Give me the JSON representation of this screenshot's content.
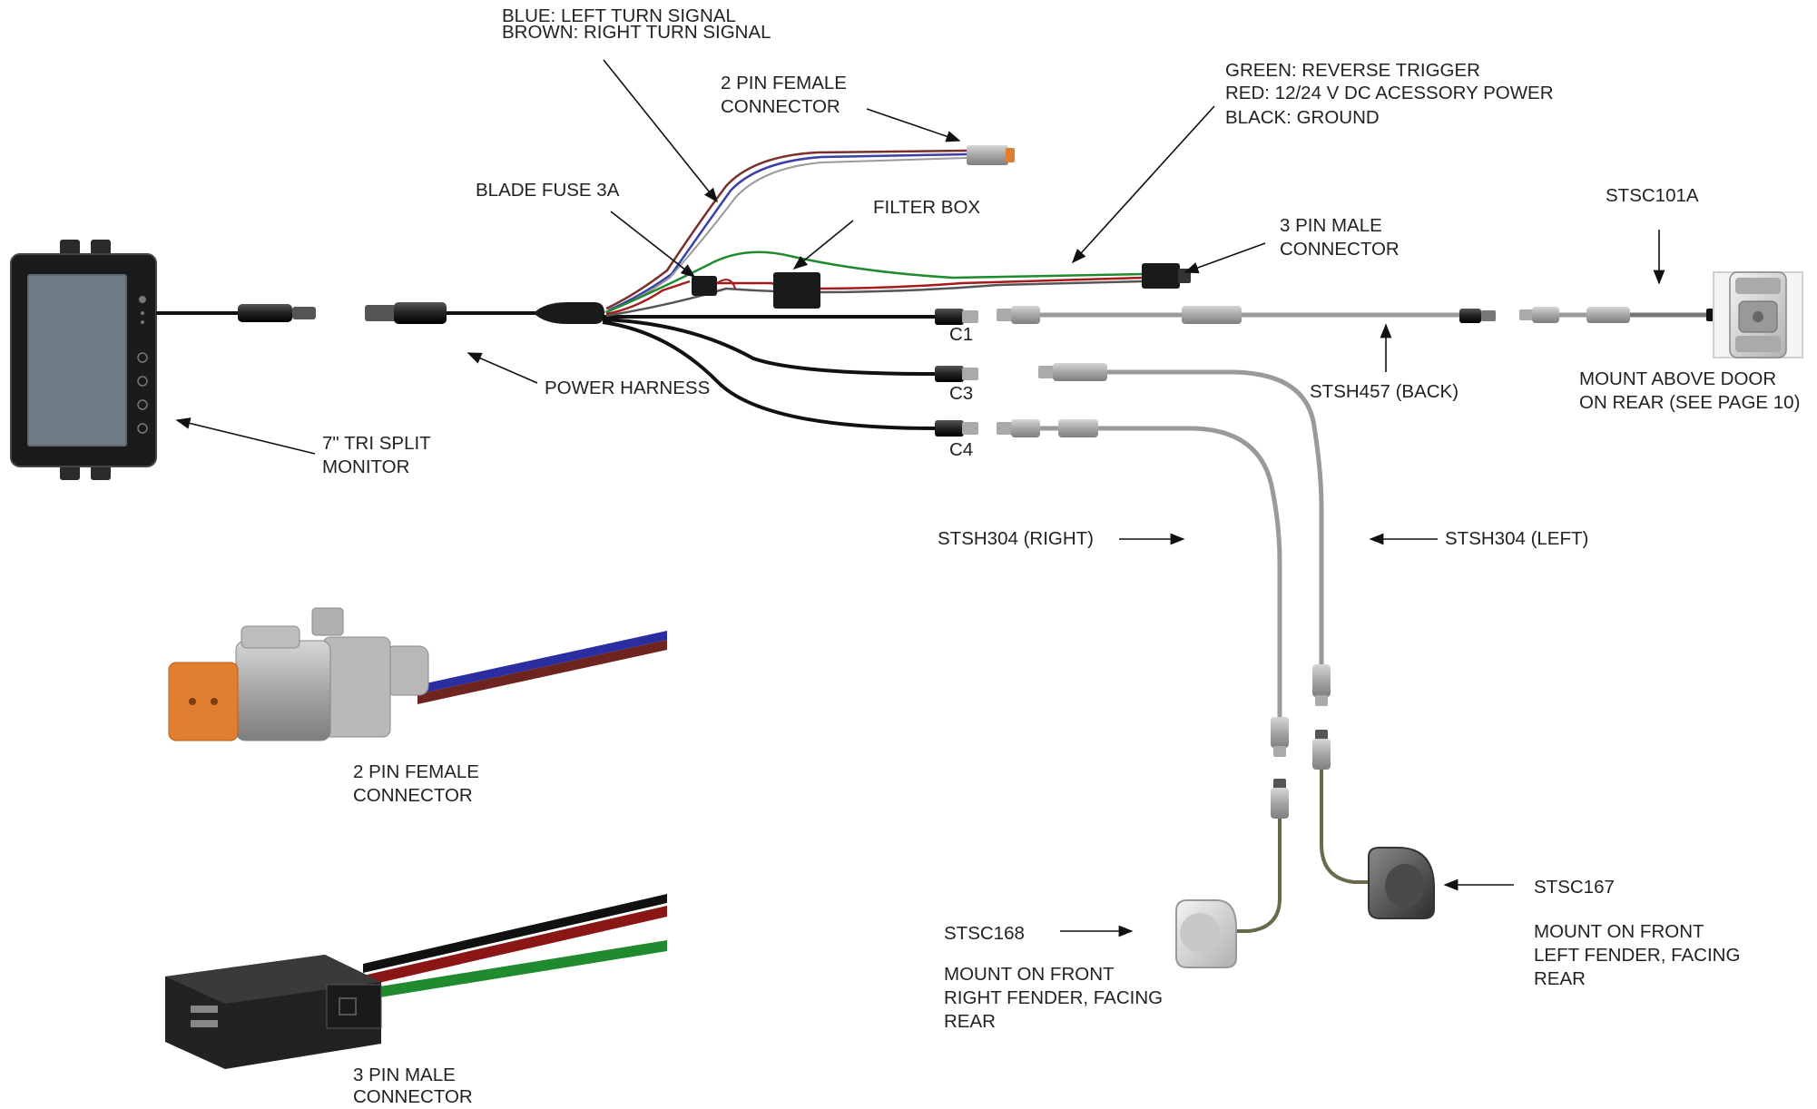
{
  "labels": {
    "turn_signal_blue": "BLUE: LEFT TURN SIGNAL",
    "turn_signal_brown": "BROWN: RIGHT TURN SIGNAL",
    "two_pin_female_top_1": "2 PIN FEMALE",
    "two_pin_female_top_2": "CONNECTOR",
    "wire_green": "GREEN: REVERSE TRIGGER",
    "wire_red": "RED: 12/24 V DC ACESSORY POWER",
    "wire_black": "BLACK: GROUND",
    "blade_fuse": "BLADE FUSE 3A",
    "filter_box": "FILTER BOX",
    "three_pin_male_top_1": "3 PIN MALE",
    "three_pin_male_top_2": "CONNECTOR",
    "stsc101a": "STSC101A",
    "c1": "C1",
    "c3": "C3",
    "c4": "C4",
    "power_harness": "POWER HARNESS",
    "stsh457": "STSH457 (BACK)",
    "mount_rear_1": "MOUNT ABOVE DOOR",
    "mount_rear_2": "ON REAR (SEE PAGE 10)",
    "monitor_1": "7\" TRI SPLIT",
    "monitor_2": "MONITOR",
    "stsh304_right": "STSH304 (RIGHT)",
    "stsh304_left": "STSH304 (LEFT)",
    "two_pin_female_detail_1": "2 PIN FEMALE",
    "two_pin_female_detail_2": "CONNECTOR",
    "stsc167": "STSC167",
    "mount_left_1": "MOUNT ON  FRONT",
    "mount_left_2": "LEFT FENDER, FACING",
    "mount_left_3": "REAR",
    "stsc168": "STSC168",
    "mount_right_1": "MOUNT ON  FRONT",
    "mount_right_2": "RIGHT FENDER, FACING",
    "mount_right_3": "REAR",
    "three_pin_male_detail_1": "3 PIN MALE",
    "three_pin_male_detail_2": "CONNECTOR"
  },
  "colors": {
    "wire_blue": "#3a40a8",
    "wire_brown": "#7a2f2a",
    "wire_green": "#1f8a2e",
    "wire_red": "#a51a1a",
    "wire_black": "#111111",
    "cable_gray": "#9a9a9a",
    "connector_orange": "#e07f2f",
    "connector_gray": "#b8b8b8"
  }
}
